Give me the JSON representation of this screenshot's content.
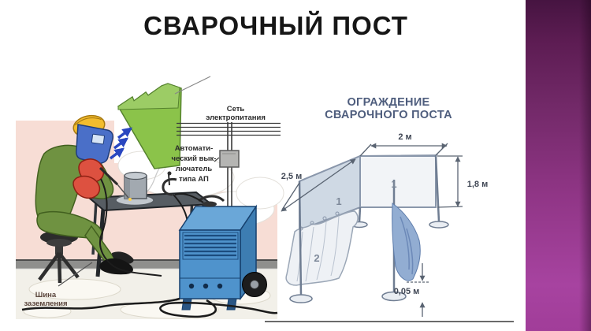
{
  "slide": {
    "title": "СВАРОЧНЫЙ ПОСТ"
  },
  "workstation": {
    "labels": {
      "power_net": [
        "Сеть",
        "электропитания"
      ],
      "breaker": [
        "Автомати-",
        "ческий вык-",
        "лючатель",
        "типа АП"
      ],
      "ground_bus": [
        "Шина",
        "заземления"
      ]
    }
  },
  "enclosure_diagram": {
    "title": [
      "ОГРАЖДЕНИЕ",
      "СВАРОЧНОГО ПОСТА"
    ],
    "dimensions": {
      "width": "2 м",
      "depth": "2,5 м",
      "height": "1,8 м",
      "floor_gap": "0,05 м"
    },
    "callouts": {
      "screen_back": "1",
      "screen_side": "1",
      "curtain": "2"
    }
  },
  "colors": {
    "stripe_top": "#5c1c52",
    "stripe_bottom": "#a743a0",
    "machine_blue": "#4f93cc",
    "hood_green": "#8bc34a",
    "wall_pink": "#f7ddd5",
    "suit_green": "#6f9241",
    "glove_red": "#dd5140",
    "mask_blue": "#4a6fc8",
    "helmet_yellow": "#f2bc2e",
    "diagram_text": "#4e5d7d"
  }
}
